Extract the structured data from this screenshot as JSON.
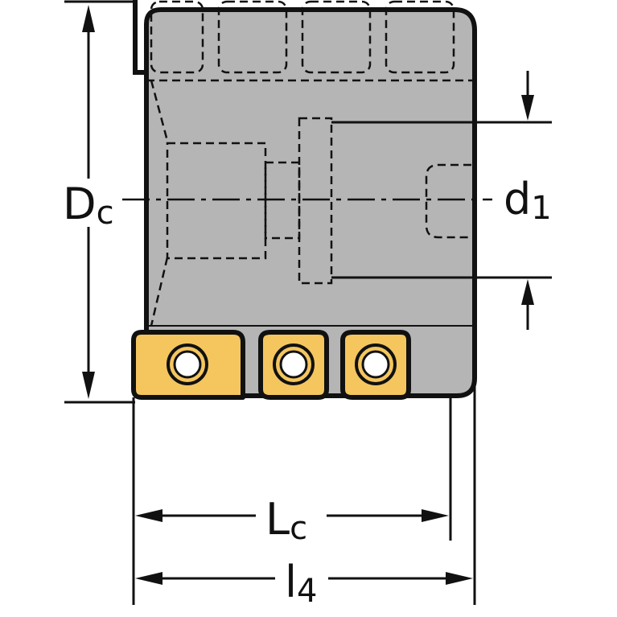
{
  "colors": {
    "body_fill": "#b5b5b5",
    "outline": "#111111",
    "insert_fill": "#f5c65e",
    "background": "#ffffff"
  },
  "labels": {
    "dc_main": "D",
    "dc_sub": "c",
    "d1_main": "d",
    "d1_sub": "1",
    "lc_main": "L",
    "lc_sub": "c",
    "l4_main": "l",
    "l4_sub": "4"
  }
}
